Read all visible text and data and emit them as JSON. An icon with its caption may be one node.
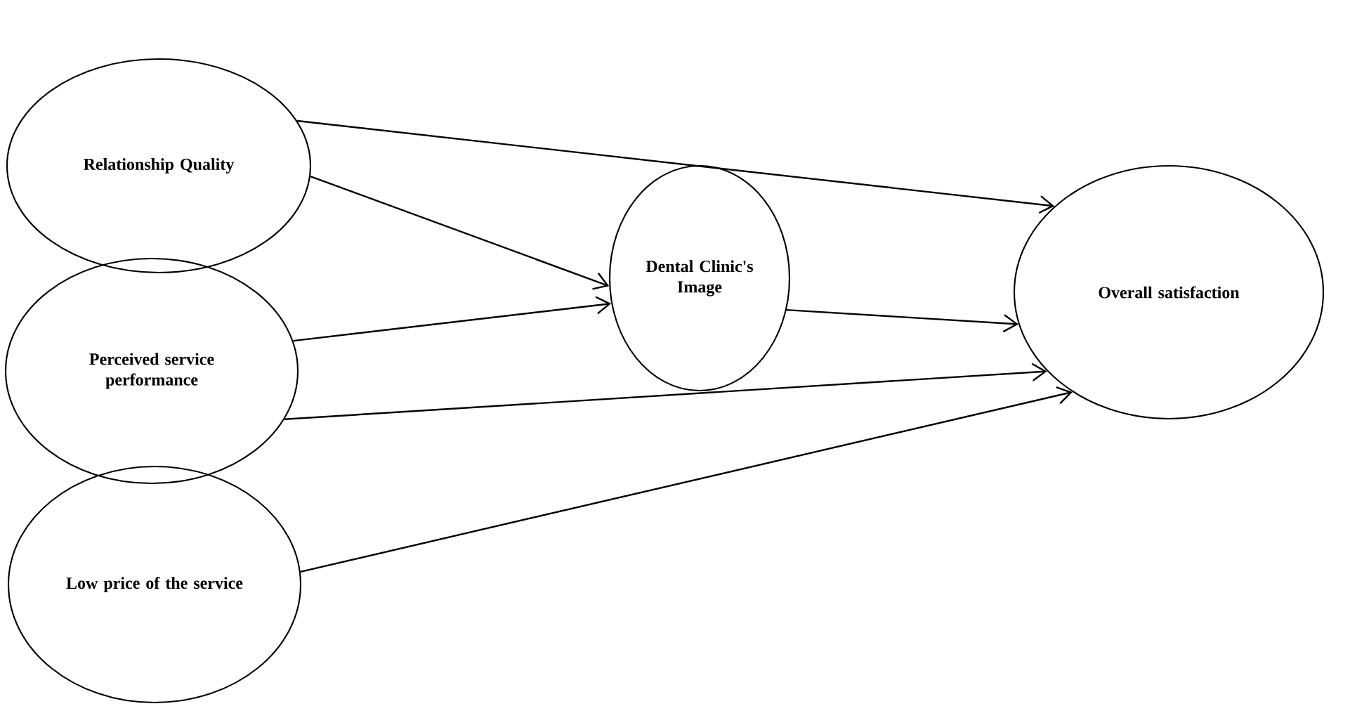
{
  "diagram": {
    "nodes": [
      {
        "text": [
          "Relationship Quality"
        ]
      },
      {
        "text": [
          "Perceived service performance"
        ]
      },
      {
        "text": [
          "Low price of the service"
        ]
      },
      {
        "text": [
          "Dental Clinic's Image"
        ]
      },
      {
        "text": [
          "Overall satisfaction"
        ]
      }
    ],
    "edges": [
      {
        "from": 0,
        "to": 4,
        "arrow": "to"
      },
      {
        "from": 0,
        "to": 3,
        "arrow": "to"
      },
      {
        "from": 1,
        "to": 3,
        "arrow": "to"
      },
      {
        "from": 3,
        "to": 4,
        "arrow": "to"
      },
      {
        "from": 1,
        "to": 4,
        "arrow": "to"
      },
      {
        "from": 2,
        "to": 4,
        "arrow": "to"
      }
    ]
  }
}
